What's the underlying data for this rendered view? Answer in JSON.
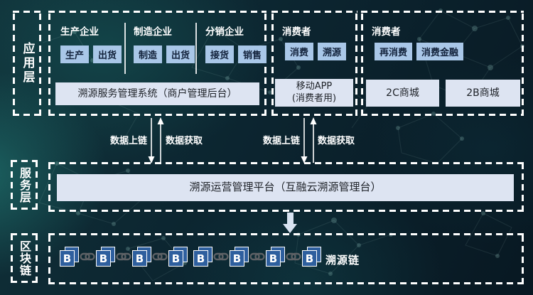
{
  "colors": {
    "background_teal": "#0d2d36",
    "background_navy": "#081822",
    "chip_bg": "#a9c7e8",
    "panel_bg": "#dde4f2",
    "block_blue": "#2e5f9e",
    "chain_link_gray": "#5d6165",
    "dash_border": "#ffffff",
    "text_dark": "#1e2228",
    "text_light": "#ffffff"
  },
  "app_layer": {
    "label": "应用层",
    "groups": [
      {
        "title": "生产企业",
        "buttons": [
          "生产",
          "出货"
        ]
      },
      {
        "title": "制造企业",
        "buttons": [
          "制造",
          "出货"
        ]
      },
      {
        "title": "分销企业",
        "buttons": [
          "接货",
          "销售"
        ]
      }
    ],
    "system_bar": "溯源服务管理系统（商户管理后台）",
    "consumer_app": {
      "title": "消费者",
      "buttons": [
        "消费",
        "溯源"
      ],
      "bar_line1": "移动APP",
      "bar_line2": "(消费者用)"
    },
    "consumer_mall": {
      "title": "消费者",
      "buttons": [
        "再消费",
        "消费金融"
      ],
      "malls": [
        "2C商城",
        "2B商城"
      ]
    }
  },
  "flows": {
    "pairs": [
      {
        "down": "数据上链",
        "up": "数据获取"
      },
      {
        "down": "数据上链",
        "up": "数据获取"
      }
    ]
  },
  "service_layer": {
    "label": "服务层",
    "platform_bar": "溯源运营管理平台（互融云溯源管理台）"
  },
  "blockchain_layer": {
    "label": "区块链",
    "block_letter": "B",
    "block_count": 8,
    "chain_label": "溯源链"
  }
}
